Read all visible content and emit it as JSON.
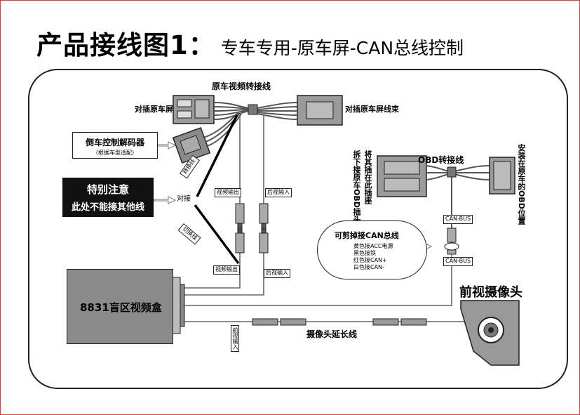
{
  "title": {
    "main": "产品接线图1：",
    "sub": "专车专用-原车屏-CAN总线控制"
  },
  "labels": {
    "harness": "原车视频转接线",
    "to_screen": "对插原车屏",
    "to_screen_harness": "对插原车屏线束",
    "decoder_title": "倒车控制解码器",
    "decoder_sub": "（根据车型适配）",
    "notice_line1": "特别注意",
    "notice_line2": "此处不能接其他线",
    "connect": "对接",
    "tag_conn1": "转换线",
    "tag_conn2": "切换线",
    "video_out_top": "视频输出",
    "rear_in_top": "后视输入",
    "video_out_bottom": "视频输出",
    "rear_in_bottom": "后视输入",
    "obd_harness": "OBD转接线",
    "remove_text": "拆下接原车OBD插头",
    "plug_text": "将其插在此插座",
    "install_text": "安装在原车的OBD位置",
    "can_bus_top": "CAN-BUS",
    "can_bus_bottom": "CAN-BUS",
    "can_title": "可剪掉接CAN总线",
    "can_lines": [
      "黄色接ACC电源",
      "黑色接铁",
      "红色接CAN+",
      "白色接CAN-"
    ],
    "box": "8831盲区视频盒",
    "front_in": "前视输入",
    "extension": "摄像头延长线",
    "front_camera": "前视摄像头"
  }
}
